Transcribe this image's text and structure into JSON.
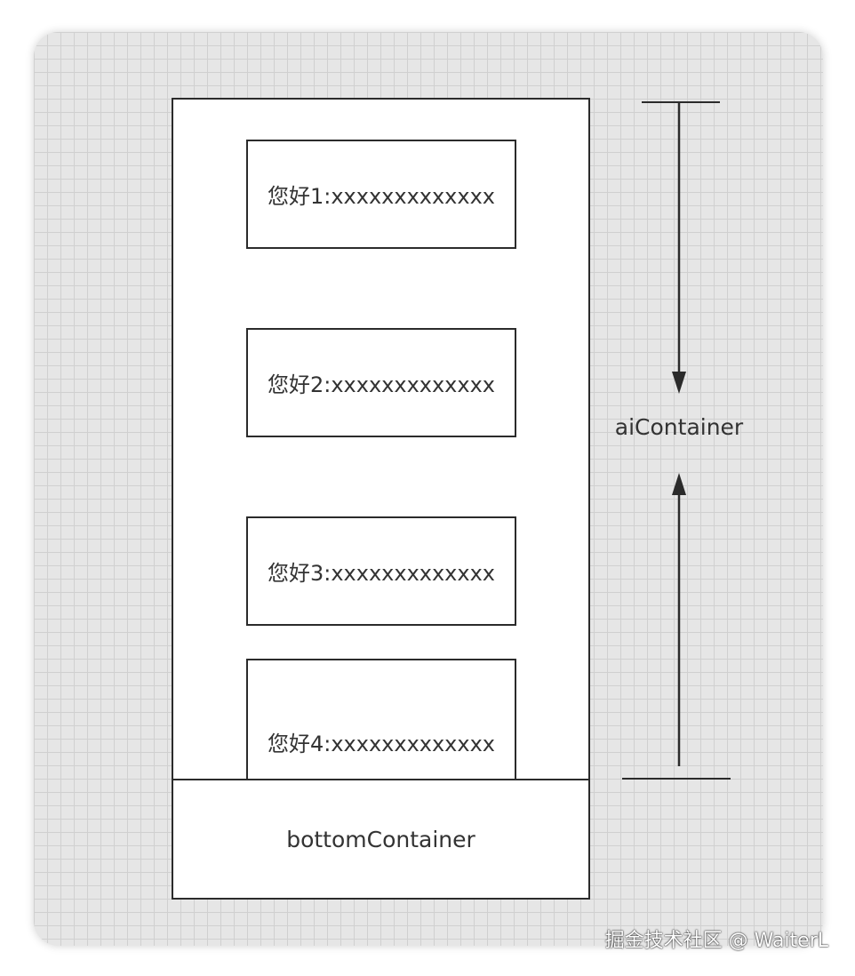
{
  "items": [
    {
      "label": "您好1:xxxxxxxxxxxxx"
    },
    {
      "label": "您好2:xxxxxxxxxxxxx"
    },
    {
      "label": "您好3:xxxxxxxxxxxxx"
    },
    {
      "label": "您好4:xxxxxxxxxxxxx"
    }
  ],
  "bottom_container": {
    "label": "bottomContainer"
  },
  "measure": {
    "label": "aiContainer"
  },
  "watermark": {
    "text": "掘金技术社区 @ WaiterL"
  },
  "colors": {
    "grid_background": "#e6e6e6",
    "grid_line": "#d0d0d0",
    "stroke": "#2b2b2b",
    "box_fill": "#ffffff",
    "text": "#333333"
  }
}
